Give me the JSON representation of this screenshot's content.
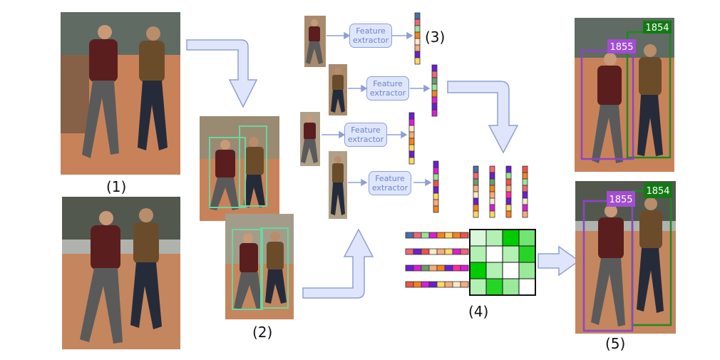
{
  "labels": {
    "input_frames": "(1)",
    "detections": "(2)",
    "features": "(3)",
    "affinity": "(4)",
    "output": "(5)"
  },
  "feature_extractor": [
    "Feature",
    "extractor"
  ],
  "track_ids": {
    "purple": "1855",
    "green": "1854"
  },
  "colors": {
    "arrow_fill": "#dfe6fb",
    "arrow_stroke": "#8e9fd6",
    "detection_box": "#6ad6a0",
    "track_purple": "#8b45c8",
    "track_purple_tag": "#a24dd2",
    "track_green": "#1f8a1f",
    "track_green_tag": "#137a13",
    "palette": [
      "#4a6fa5",
      "#ee6677",
      "#9be39b",
      "#f58220",
      "#ffe8c8",
      "#f4ac7c",
      "#6a1fd0",
      "#ffd966",
      "#d61fd6",
      "#ff2aa6",
      "#6a9c6a",
      "#e8554e"
    ]
  },
  "affinity_matrix": [
    [
      0.15,
      0.3,
      1.0,
      0.55
    ],
    [
      0.3,
      0.0,
      0.3,
      0.85
    ],
    [
      1.0,
      0.3,
      0.0,
      0.4
    ],
    [
      0.3,
      0.85,
      0.4,
      0.0
    ]
  ]
}
